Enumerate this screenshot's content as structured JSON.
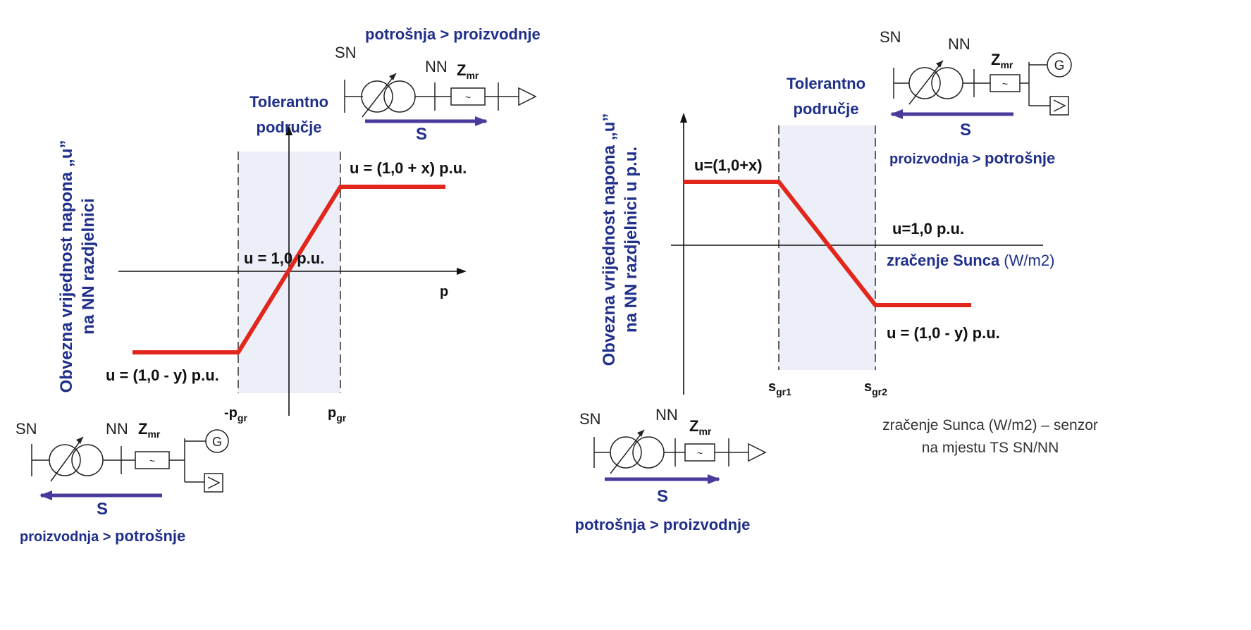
{
  "colors": {
    "curve": "#e3261c",
    "band": "#eceef8",
    "power_arrow": "#4b3a9c",
    "axis_title": "#1f2f8a",
    "text": "#111111"
  },
  "left_panel": {
    "y_axis_title_line1": "Obvezna vrijednost napona „u”",
    "y_axis_title_line2": "na NN razdjelnici",
    "x_axis_label": "p",
    "band_label_line1": "Tolerantno",
    "band_label_line2": "područje",
    "center_label": "u = 1,0  p.u.",
    "upper_label": "u = (1,0 + x) p.u.",
    "lower_label": "u = (1,0 - y) p.u.",
    "tick_left_main": "-p",
    "tick_left_sub": "gr",
    "tick_right_main": "p",
    "tick_right_sub": "gr",
    "top_circuit": {
      "caption": "potrošnja > proizvodnje",
      "sn": "SN",
      "nn": "NN",
      "z_main": "Z",
      "z_sub": "mr",
      "s": "S"
    },
    "bottom_circuit": {
      "caption_part1": "proizvodnja > ",
      "caption_part2": "potrošnje",
      "sn": "SN",
      "nn": "NN",
      "z_main": "Z",
      "z_sub": "mr",
      "s": "S",
      "gen": "G"
    }
  },
  "right_panel": {
    "y_axis_title_line1": "Obvezna vrijednost napona „u”",
    "y_axis_title_line2": "na NN razdjelnici u p.u.",
    "band_label_line1": "Tolerantno",
    "band_label_line2": "područje",
    "upper_label": "u=(1,0+x)",
    "center_label": "u=1,0 p.u.",
    "x_axis_label_bold": "zračenje Sunca",
    "x_axis_label_unit": " (W/m2)",
    "lower_label": "u = (1,0 - y) p.u.",
    "tick_left_main": "s",
    "tick_left_sub": "gr1",
    "tick_right_main": "s",
    "tick_right_sub": "gr2",
    "sensor_note_line1": "zračenje Sunca (W/m2) – senzor",
    "sensor_note_line2": "na mjestu TS SN/NN",
    "top_circuit": {
      "caption_part1": "proizvodnja > ",
      "caption_part2": "potrošnje",
      "sn": "SN",
      "nn": "NN",
      "z_main": "Z",
      "z_sub": "mr",
      "s": "S",
      "gen": "G"
    },
    "bottom_circuit": {
      "caption": "potrošnja > proizvodnje",
      "sn": "SN",
      "nn": "NN",
      "z_main": "Z",
      "z_sub": "mr",
      "s": "S"
    }
  }
}
